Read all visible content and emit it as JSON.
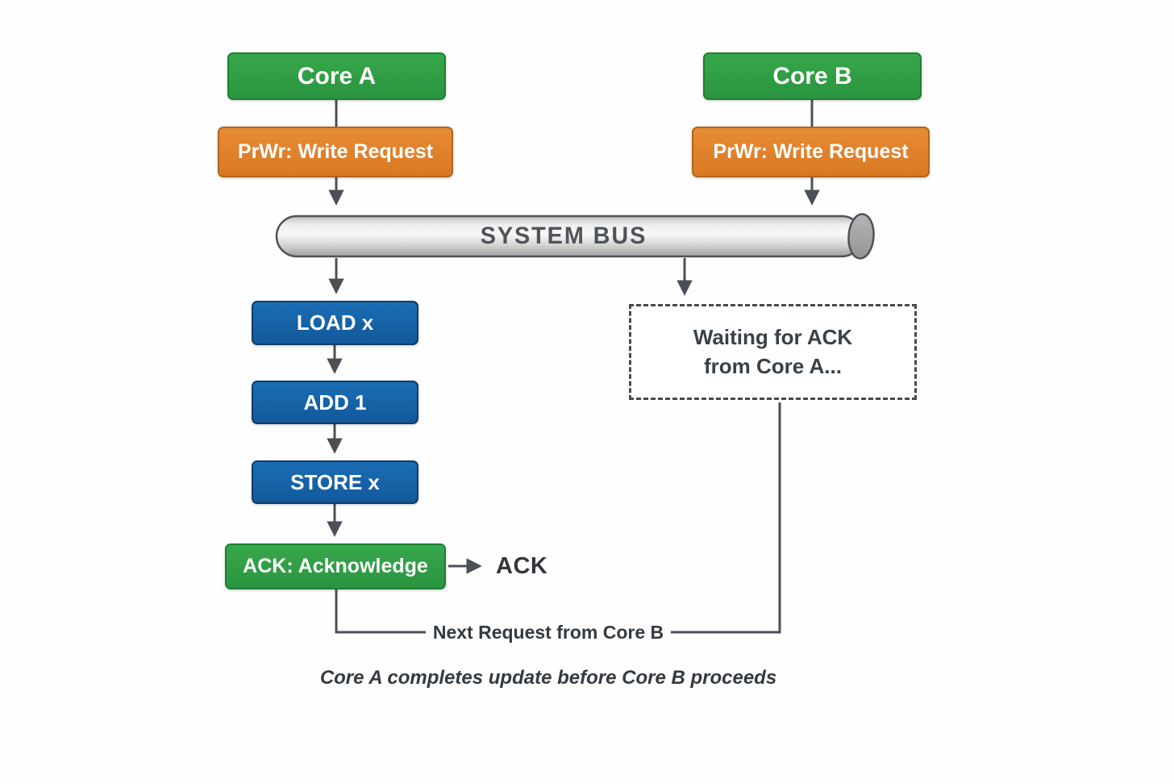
{
  "diagram": {
    "title_caption": "Core A completes update before Core B proceeds",
    "cores": {
      "core_a": {
        "label": "Core A"
      },
      "core_b": {
        "label": "Core B"
      }
    },
    "requests": {
      "prwr_a": {
        "label": "PrWr: Write Request"
      },
      "prwr_b": {
        "label": "PrWr: Write Request"
      }
    },
    "bus": {
      "label": "SYSTEM BUS"
    },
    "steps": [
      {
        "label": "LOAD x"
      },
      {
        "label": "ADD 1"
      },
      {
        "label": "STORE x"
      }
    ],
    "ack": {
      "box_label": "ACK: Acknowledge",
      "output_label": "ACK"
    },
    "waiting": {
      "line1": "Waiting for ACK",
      "line2": "from Core A..."
    },
    "next_request": {
      "label": "Next Request from Core B"
    }
  },
  "colors": {
    "core_green": "#2e9e41",
    "core_green_border": "#1e8032",
    "request_orange": "#e0812b",
    "request_orange_border": "#b0661c",
    "step_blue": "#1565ab",
    "step_blue_border": "#0f3d66",
    "bus_gray_light": "#f4f4f4",
    "bus_gray_dark": "#a0a0a0",
    "line_gray": "#4a5056",
    "text_dark": "#333a41",
    "background": "#fefefe"
  }
}
